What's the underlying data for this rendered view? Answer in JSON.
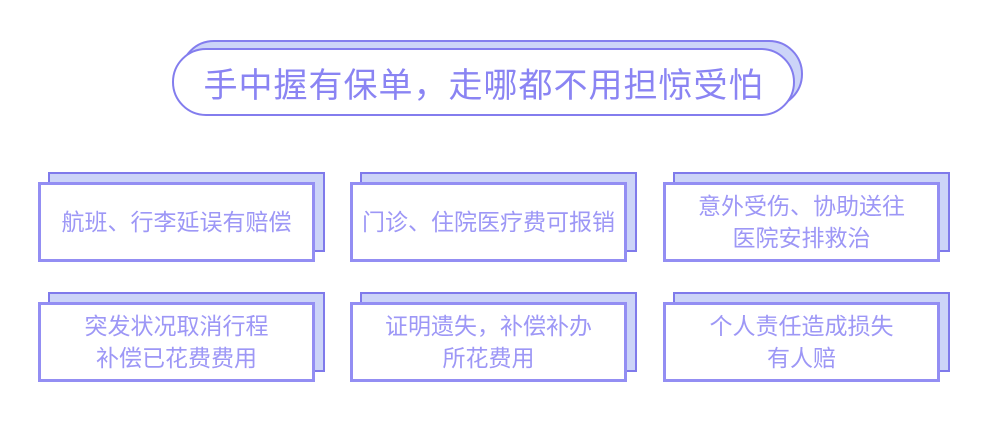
{
  "theme": {
    "background": "#ffffff",
    "banner_border": "#837dee",
    "card_front_border": "#938ef3",
    "back_fill": "#ccd4f8",
    "back_border": "#7f7aeb",
    "title_text": "#8a84f3",
    "card_text": "#9d97f6"
  },
  "banner": {
    "title": "手中握有保单，走哪都不用担惊受怕"
  },
  "cards": [
    {
      "text": "航班、行李延误有赔偿"
    },
    {
      "text": "门诊、住院医疗费可报销"
    },
    {
      "text": "意外受伤、协助送往\n医院安排救治"
    },
    {
      "text": "突发状况取消行程\n补偿已花费费用"
    },
    {
      "text": "证明遗失，补偿补办\n所花费用"
    },
    {
      "text": "个人责任造成损失\n有人赔"
    }
  ]
}
